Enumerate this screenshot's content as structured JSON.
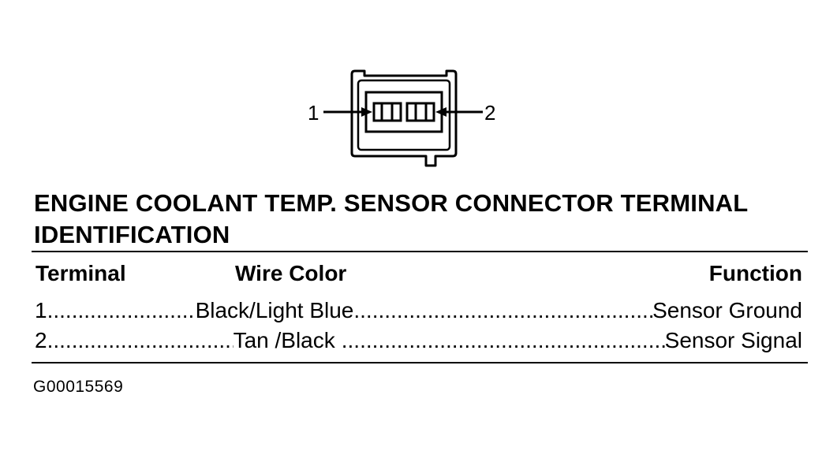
{
  "diagram": {
    "pin_labels": [
      "1",
      "2"
    ]
  },
  "title": "ENGINE COOLANT TEMP. SENSOR CONNECTOR TERMINAL IDENTIFICATION",
  "title_line1": "ENGINE COOLANT TEMP. SENSOR CONNECTOR TERMINAL",
  "title_line2": "IDENTIFICATION",
  "table": {
    "headers": {
      "terminal": "Terminal",
      "wire_color": "Wire Color",
      "function": "Function"
    },
    "rows": [
      {
        "terminal": "1",
        "wire_color": "Black/Light Blue",
        "function": "Sensor Ground"
      },
      {
        "terminal": "2",
        "wire_color": "Tan /Black",
        "function": "Sensor Signal"
      }
    ]
  },
  "figure_id": "G00015569"
}
